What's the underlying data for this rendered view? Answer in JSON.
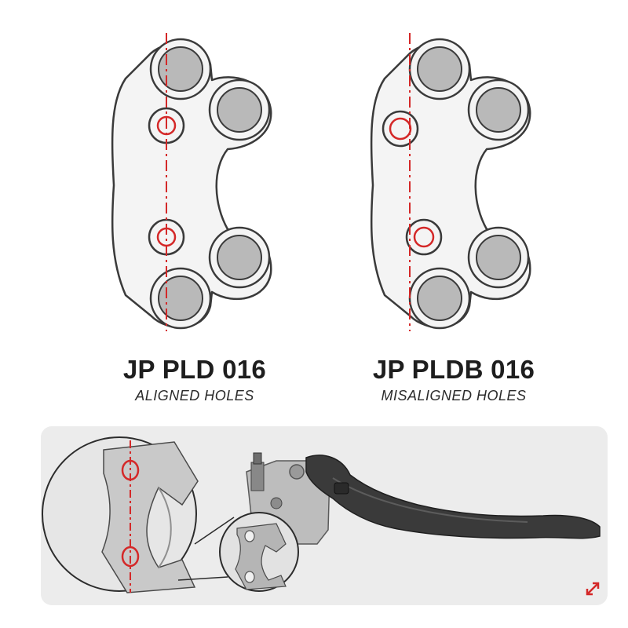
{
  "left_part": {
    "model": "JP PLD 016",
    "subtitle": "ALIGNED HOLES"
  },
  "right_part": {
    "model": "JP PLDB 016",
    "subtitle": "MISALIGNED HOLES"
  },
  "colors": {
    "outline": "#3a3a3a",
    "plate_fill": "#f4f4f4",
    "bore_fill": "#b9b9b9",
    "alignment_line": "#d42828",
    "panel_bg": "#ececec",
    "lever": "#2f2f2f"
  },
  "icons": {
    "expand": "expand-diagonal-arrows-icon"
  }
}
